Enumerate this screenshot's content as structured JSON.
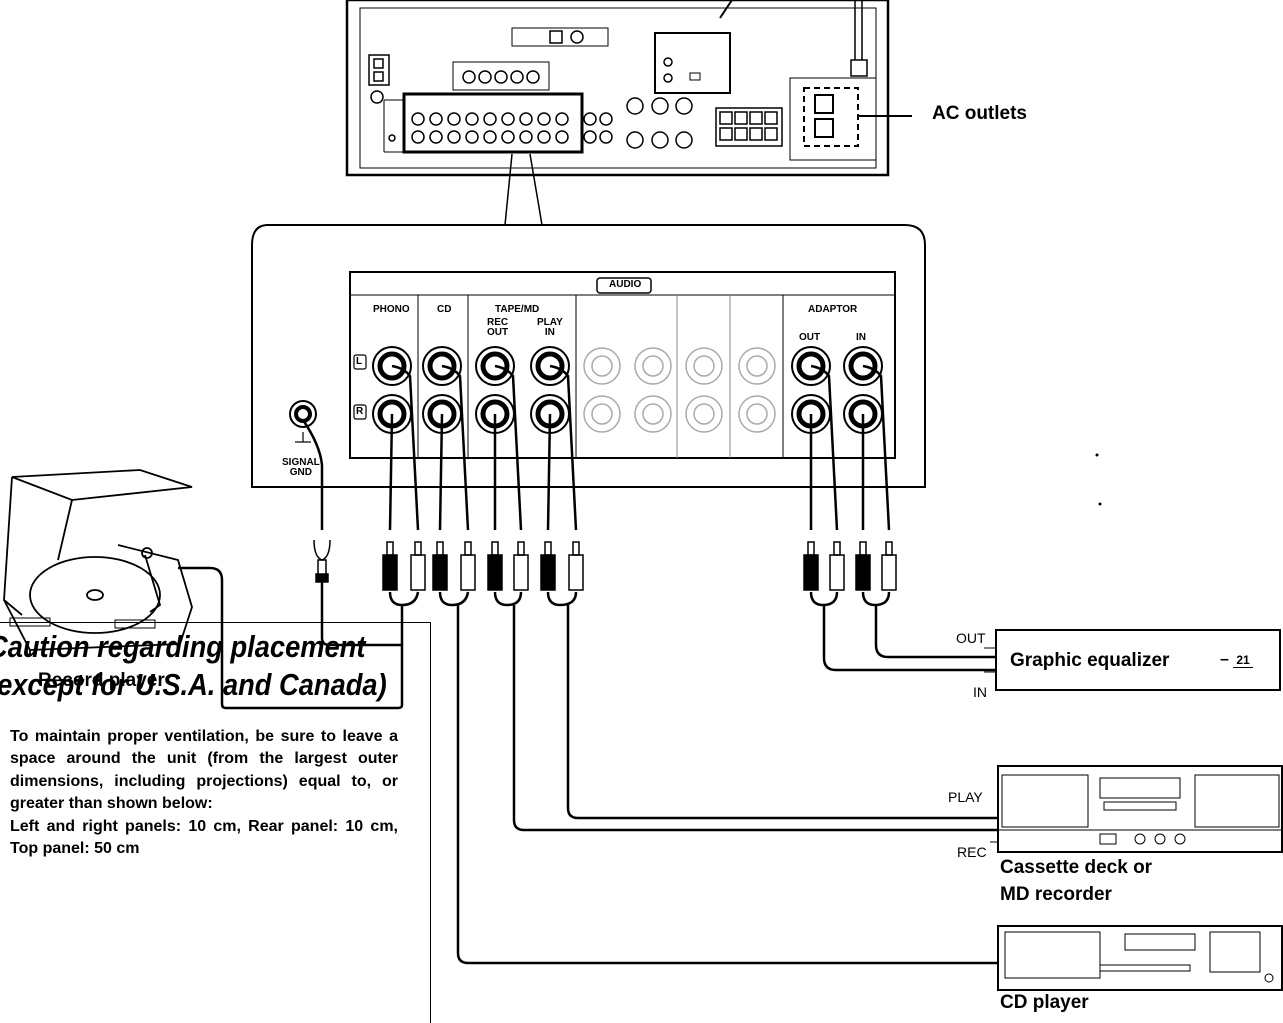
{
  "labels": {
    "ac_outlets": "AC outlets",
    "audio": "AUDIO",
    "phono": "PHONO",
    "cd": "CD",
    "tape_md": "TAPE/MD",
    "rec_out": "REC\nOUT",
    "play_in": "PLAY\nIN",
    "adaptor": "ADAPTOR",
    "out": "OUT",
    "in": "IN",
    "ch_l": "L",
    "ch_r": "R",
    "signal_gnd": "SIGNAL\nGND",
    "record_player": "Record player",
    "graphic_eq": "Graphic equalizer",
    "graphic_eq_ref": "21",
    "eq_out": "OUT",
    "eq_in": "IN",
    "cassette_play": "PLAY",
    "cassette_rec": "REC",
    "cassette_name_1": "Cassette deck or",
    "cassette_name_2": "MD recorder",
    "cd_player": "CD player"
  },
  "caution": {
    "title_1": "Caution regarding placement",
    "title_2": "(except for U.S.A. and Canada)",
    "body_1": "To maintain proper ventilation, be sure to leave a space around the unit (from the largest outer dimensions, including projections) equal to, or greater than shown below:",
    "body_2": "Left and right panels: 10 cm, Rear panel: 10 cm, Top panel: 50 cm"
  }
}
